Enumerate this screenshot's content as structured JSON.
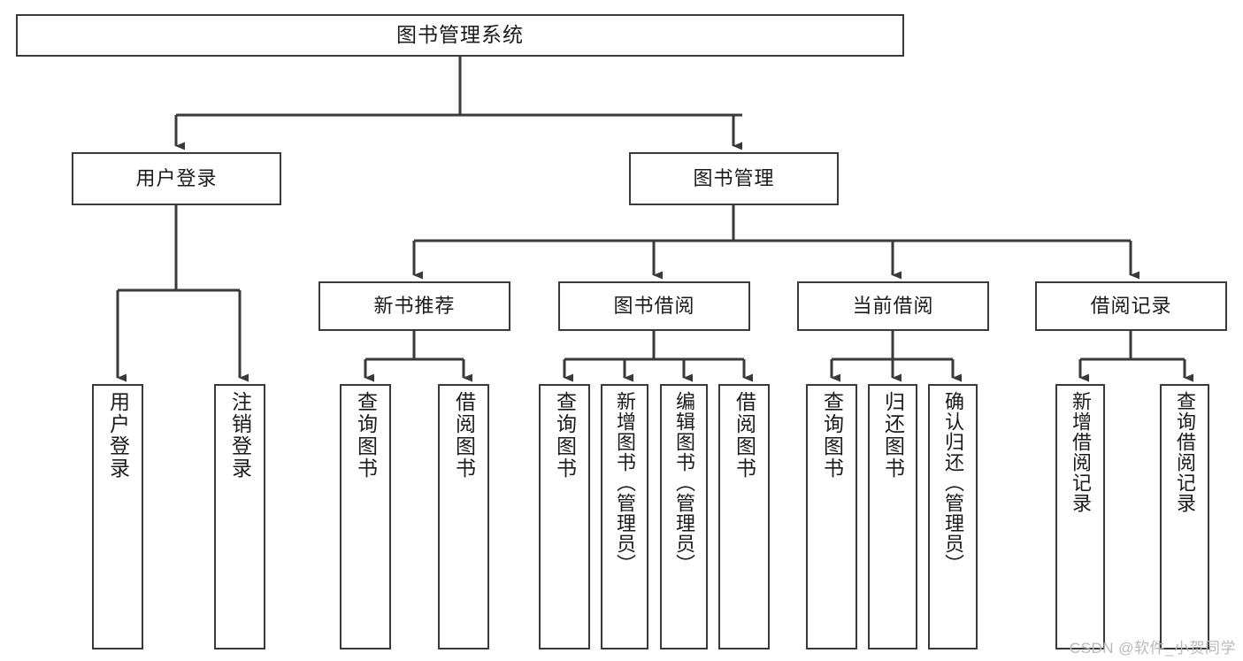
{
  "diagram": {
    "title": "图书管理系统",
    "type": "tree",
    "root": {
      "id": "root",
      "label": "图书管理系统",
      "orientation": "horizontal"
    },
    "level2": [
      {
        "id": "user-login",
        "label": "用户登录",
        "orientation": "horizontal"
      },
      {
        "id": "book-management",
        "label": "图书管理",
        "orientation": "horizontal"
      }
    ],
    "level3": [
      {
        "id": "new-book-recommend",
        "label": "新书推荐",
        "orientation": "horizontal",
        "parent": "book-management"
      },
      {
        "id": "book-borrow",
        "label": "图书借阅",
        "orientation": "horizontal",
        "parent": "book-management"
      },
      {
        "id": "current-borrow",
        "label": "当前借阅",
        "orientation": "horizontal",
        "parent": "book-management"
      },
      {
        "id": "borrow-record",
        "label": "借阅记录",
        "orientation": "horizontal",
        "parent": "book-management"
      }
    ],
    "leaves": [
      {
        "id": "leaf-user-login",
        "label": "用户登录",
        "parent": "user-login"
      },
      {
        "id": "leaf-logout-login",
        "label": "注销登录",
        "parent": "user-login"
      },
      {
        "id": "leaf-query-book-1",
        "label": "查询图书",
        "parent": "new-book-recommend"
      },
      {
        "id": "leaf-borrow-book-1",
        "label": "借阅图书",
        "parent": "new-book-recommend"
      },
      {
        "id": "leaf-query-book-2",
        "label": "查询图书",
        "parent": "book-borrow"
      },
      {
        "id": "leaf-add-book-admin",
        "label": "新增图书（管理员）",
        "parent": "book-borrow"
      },
      {
        "id": "leaf-edit-book-admin",
        "label": "编辑图书（管理员）",
        "parent": "book-borrow"
      },
      {
        "id": "leaf-borrow-book-2",
        "label": "借阅图书",
        "parent": "book-borrow"
      },
      {
        "id": "leaf-query-book-3",
        "label": "查询图书",
        "parent": "current-borrow"
      },
      {
        "id": "leaf-return-book",
        "label": "归还图书",
        "parent": "current-borrow"
      },
      {
        "id": "leaf-confirm-return-admin",
        "label": "确认归还（管理员）",
        "parent": "current-borrow"
      },
      {
        "id": "leaf-add-borrow-record",
        "label": "新增借阅记录",
        "parent": "borrow-record"
      },
      {
        "id": "leaf-query-borrow-record",
        "label": "查询借阅记录",
        "parent": "borrow-record"
      }
    ],
    "colors": {
      "border": "#3a3a3a",
      "node_fill": "#ffffff",
      "text": "#1b1b1b",
      "edge": "#3a3a3a",
      "background": "#ffffff",
      "watermark": "#b9b9b9"
    }
  },
  "watermark": {
    "text": "CSDN @软件_小贺同学"
  }
}
